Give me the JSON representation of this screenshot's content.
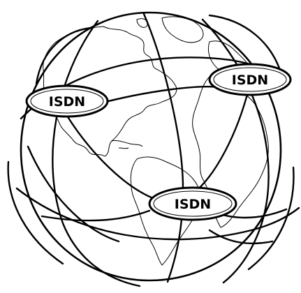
{
  "diagram": {
    "nodes": [
      {
        "id": "node-left",
        "label": "ISDN"
      },
      {
        "id": "node-right",
        "label": "ISDN"
      },
      {
        "id": "node-bottom",
        "label": "ISDN"
      }
    ],
    "colors": {
      "line": "#000000",
      "node_fill": "#ffffff",
      "background": "#ffffff"
    },
    "icons": [
      "globe-icon"
    ]
  }
}
